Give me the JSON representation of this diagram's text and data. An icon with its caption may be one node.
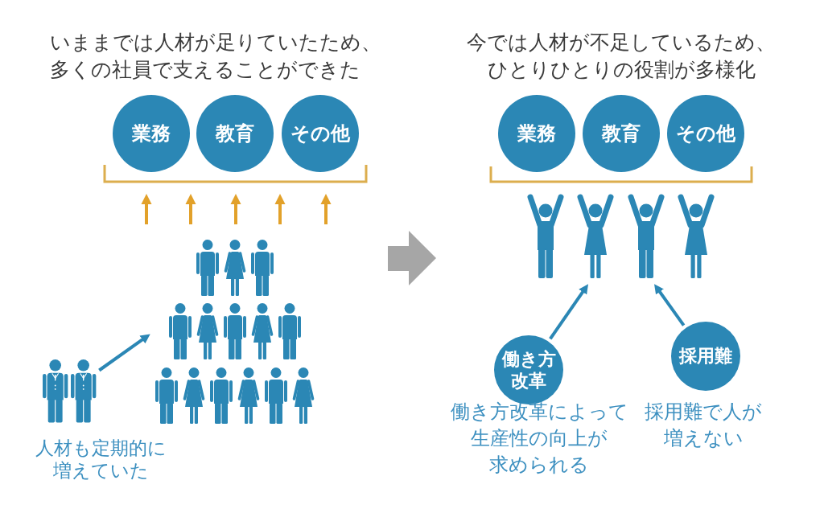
{
  "diagram": {
    "nodes": [
      {
        "text": [
          "業務"
        ]
      },
      {
        "text": [
          "教育"
        ]
      },
      {
        "text": [
          "その他"
        ]
      },
      {
        "text": [],
        "shape": "person"
      },
      {
        "text": [],
        "shape": "person",
        "beside": [
          "人材も定期的に増えていた"
        ]
      },
      {
        "text": [
          "業務"
        ]
      },
      {
        "text": [
          "教育"
        ]
      },
      {
        "text": [
          "その他"
        ]
      },
      {
        "text": [],
        "shape": "person"
      },
      {
        "text": [
          "働き方改革"
        ],
        "beside": [
          "働き方改革によって生産性の向上が求められる"
        ]
      },
      {
        "text": [
          "採用難"
        ],
        "beside": [
          "採用難で人が増えない"
        ]
      }
    ],
    "edges": [
      {
        "from": 4,
        "to": 3,
        "arrow": "to"
      },
      {
        "from": 9,
        "to": 8,
        "arrow": "to"
      },
      {
        "from": 10,
        "to": 8,
        "arrow": "to"
      }
    ],
    "labels": [
      "いままでは人材が足りていたため、多くの社員で支えることができた",
      "今では人材が不足しているため、ひとりひとりの役割が多様化"
    ]
  }
}
